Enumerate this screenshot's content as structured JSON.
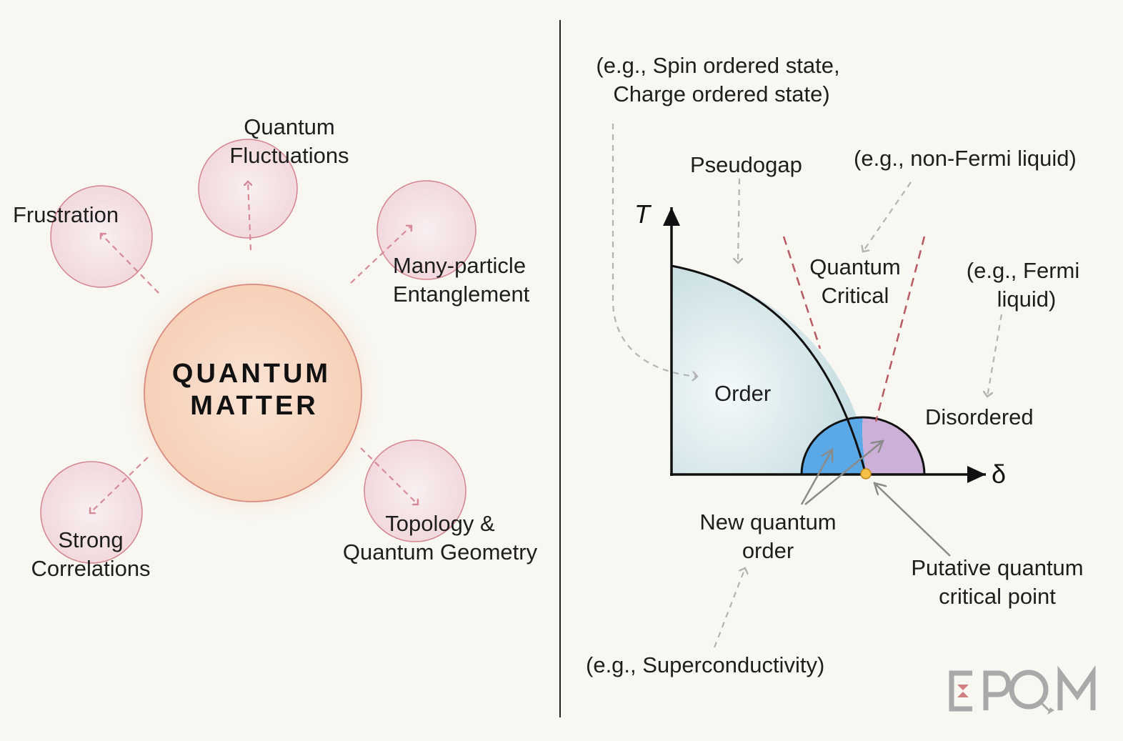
{
  "left_panel": {
    "center_title": [
      "QUANTUM",
      "MATTER"
    ],
    "concepts": {
      "quantum_fluctuations": [
        "Quantum",
        "Fluctuations"
      ],
      "frustration": [
        "Frustration"
      ],
      "many_particle_entanglement": [
        "Many-particle",
        "Entanglement"
      ],
      "strong_correlations": [
        "Strong",
        "Correlations"
      ],
      "topology_geometry": [
        "Topology &",
        "Quantum Geometry"
      ]
    }
  },
  "right_panel": {
    "axes": {
      "y": "T",
      "x": "δ"
    },
    "regions": {
      "order": "Order",
      "quantum_critical": [
        "Quantum",
        "Critical"
      ],
      "disordered": "Disordered",
      "new_quantum_order": [
        "New quantum",
        "order"
      ],
      "putative_qcp": [
        "Putative quantum",
        "critical point"
      ]
    },
    "annotations": {
      "ordered_examples": [
        "(e.g., Spin ordered state,",
        "Charge ordered state)"
      ],
      "pseudogap": "Pseudogap",
      "non_fermi": "(e.g., non-Fermi liquid)",
      "fermi_liquid": [
        "(e.g., Fermi",
        "liquid)"
      ],
      "superconductivity": "(e.g., Superconductivity)"
    }
  },
  "logo": "EPQM",
  "colors": {
    "satellite_fill": "#f7e6e8",
    "satellite_stroke": "#c96b7a",
    "center_fill": "#f9d6c2",
    "order_fill": "#d9e8ea",
    "new_order_fill": "#5aa9e6",
    "critical_dome_fill": "#cdb0d8",
    "critical_line": "#b85a62",
    "qcp_dot": "#f5c04a"
  }
}
